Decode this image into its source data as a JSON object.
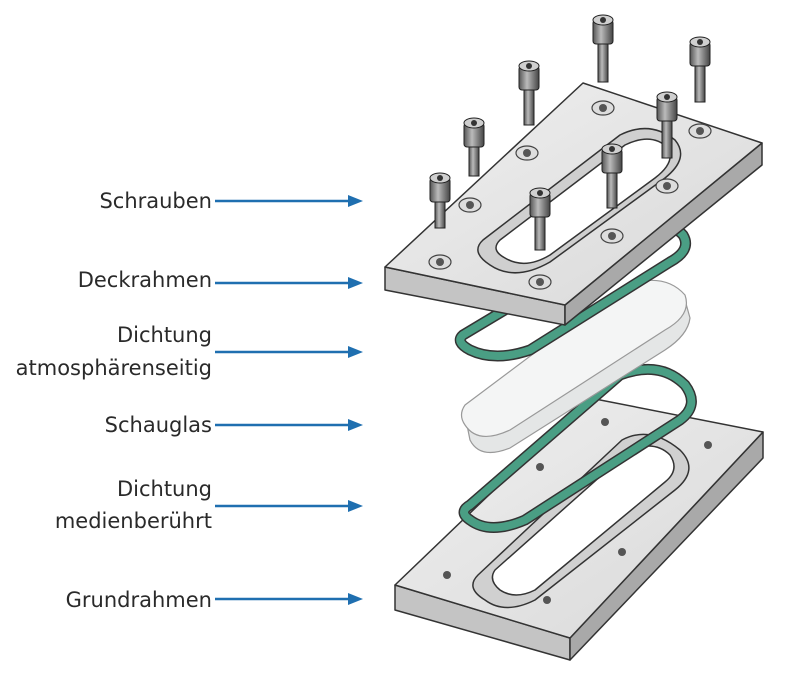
{
  "labels": {
    "schrauben": "Schrauben",
    "deckrahmen": "Deckrahmen",
    "dichtung_atmo_1": "Dichtung",
    "dichtung_atmo_2": "atmosphärenseitig",
    "schauglas": "Schauglas",
    "dichtung_medien_1": "Dichtung",
    "dichtung_medien_2": "medienberührt",
    "grundrahmen": "Grundrahmen"
  },
  "colors": {
    "arrow": "#1f6fb0",
    "gasket": "#4a9e84",
    "metal_top": "#e6e6e6",
    "metal_side": "#bdbdbd",
    "glass": "#eef0f0",
    "outline": "#333333"
  }
}
